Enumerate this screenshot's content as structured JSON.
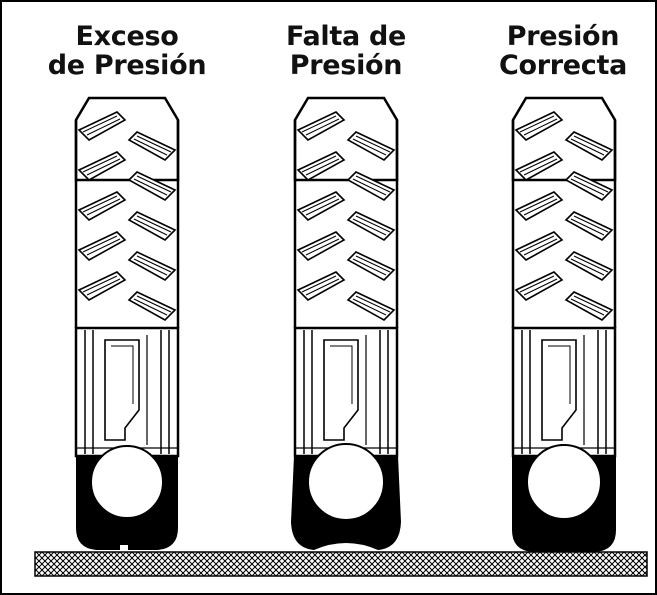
{
  "panels": [
    {
      "id": "over",
      "title_line1": "Exceso",
      "title_line2": "de Presión"
    },
    {
      "id": "under",
      "title_line1": "Falta de",
      "title_line2": "Presión"
    },
    {
      "id": "correct",
      "title_line1": "Presión",
      "title_line2": "Correcta"
    }
  ],
  "colors": {
    "ink": "#000000",
    "paper": "#ffffff"
  }
}
